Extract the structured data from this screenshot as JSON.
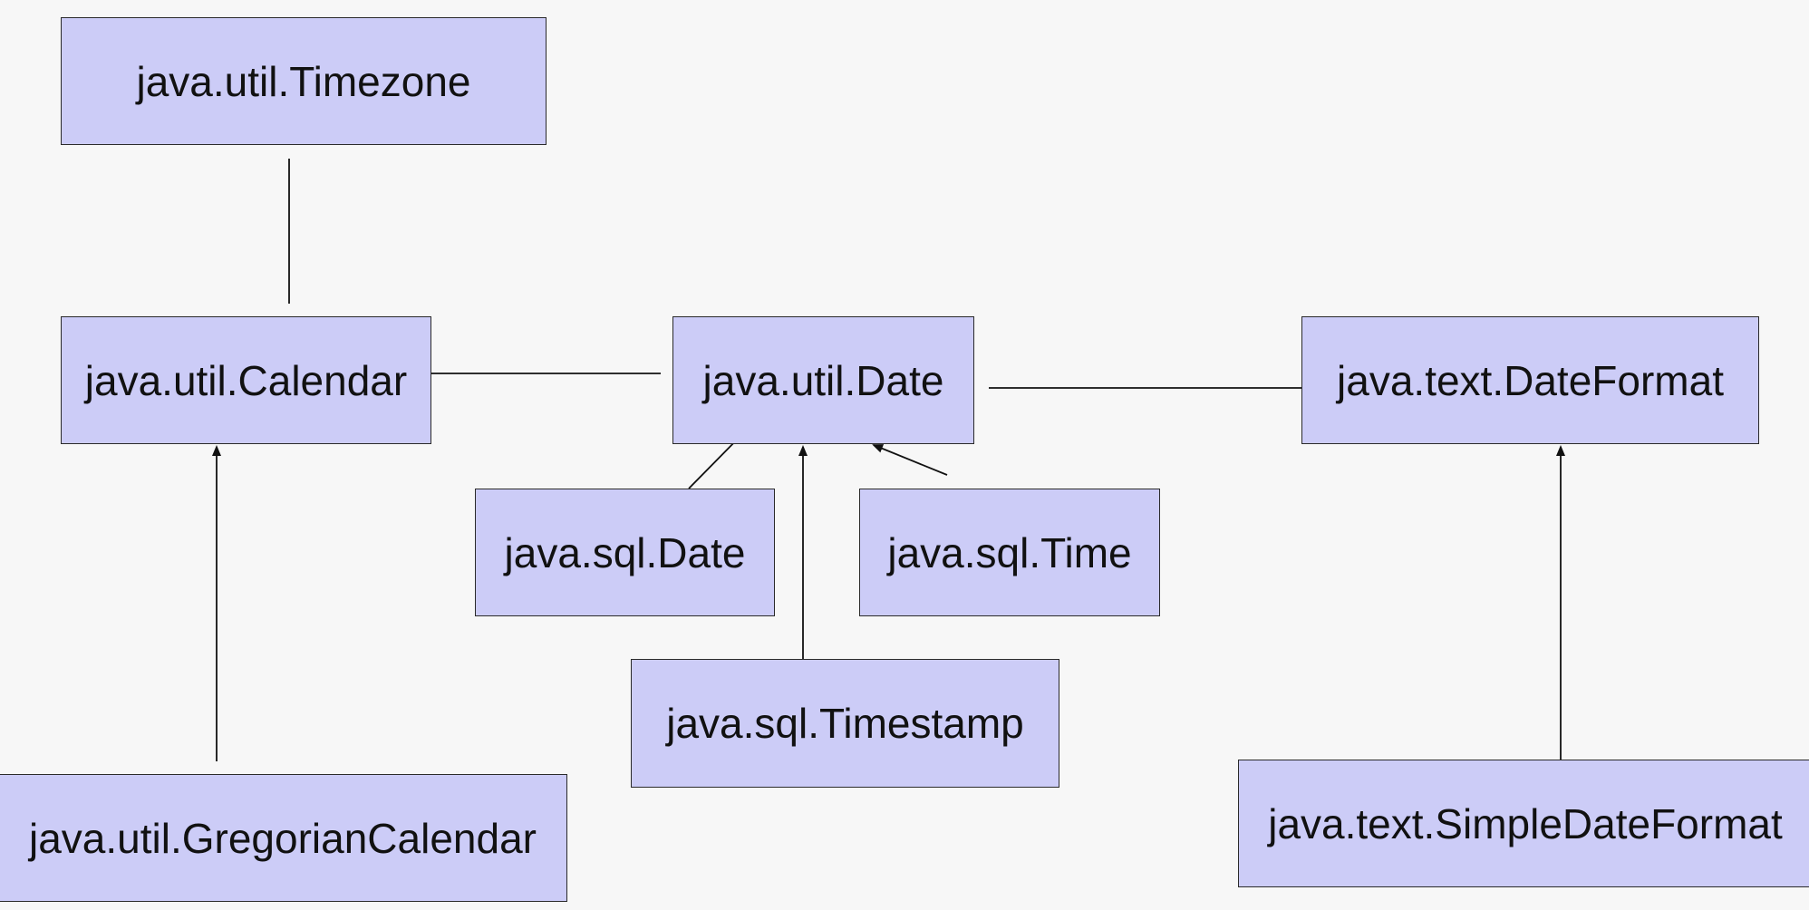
{
  "diagram": {
    "nodes": {
      "timezone": "java.util.Timezone",
      "calendar": "java.util.Calendar",
      "gregorian_calendar": "java.util.GregorianCalendar",
      "date": "java.util.Date",
      "date_format": "java.text.DateFormat",
      "simple_date_format": "java.text.SimpleDateFormat",
      "sql_date": "java.sql.Date",
      "sql_time": "java.sql.Time",
      "sql_timestamp": "java.sql.Timestamp"
    },
    "edges": [
      {
        "from": "java.util.Timezone",
        "to": "java.util.Calendar",
        "arrow": false
      },
      {
        "from": "java.util.Calendar",
        "to": "java.util.Date",
        "arrow": false
      },
      {
        "from": "java.util.Date",
        "to": "java.text.DateFormat",
        "arrow": false
      },
      {
        "from": "java.util.GregorianCalendar",
        "to": "java.util.Calendar",
        "arrow": true
      },
      {
        "from": "java.sql.Date",
        "to": "java.util.Date",
        "arrow": true
      },
      {
        "from": "java.sql.Timestamp",
        "to": "java.util.Date",
        "arrow": true
      },
      {
        "from": "java.sql.Time",
        "to": "java.util.Date",
        "arrow": true
      },
      {
        "from": "java.text.SimpleDateFormat",
        "to": "java.text.DateFormat",
        "arrow": true
      }
    ],
    "colors": {
      "background": "#f7f7f7",
      "node_fill": "#ccccf7",
      "stroke": "#111111"
    }
  }
}
